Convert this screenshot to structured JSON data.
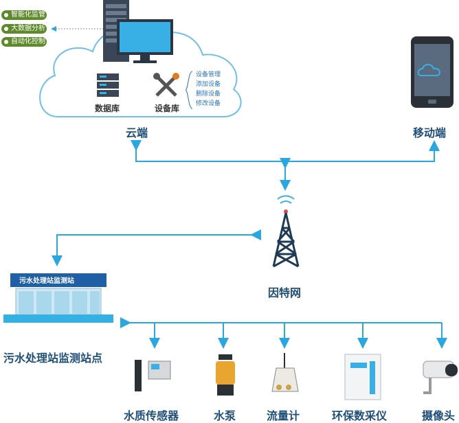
{
  "cloud_tags": [
    "智能化监管",
    "大数据分析",
    "自动化控制"
  ],
  "cloud": {
    "database_label": "数据库",
    "device_lib_label": "设备库",
    "device_actions": [
      "设备管理",
      "添加设备",
      "删除设备",
      "修改设备"
    ]
  },
  "nodes": {
    "cloud_label": "云端",
    "mobile_label": "移动端",
    "network_label": "因特网",
    "station_sign": "污水处理站监测站",
    "station_label": "污水处理站监测站点"
  },
  "devices": [
    "水质传感器",
    "水泵",
    "流量计",
    "环保数采仪",
    "摄像头"
  ],
  "colors": {
    "line": "#2aa7e0",
    "cloud_stroke": "#6ec0e8",
    "tag_green": "#5f8a2b",
    "label": "#1f4e79"
  }
}
